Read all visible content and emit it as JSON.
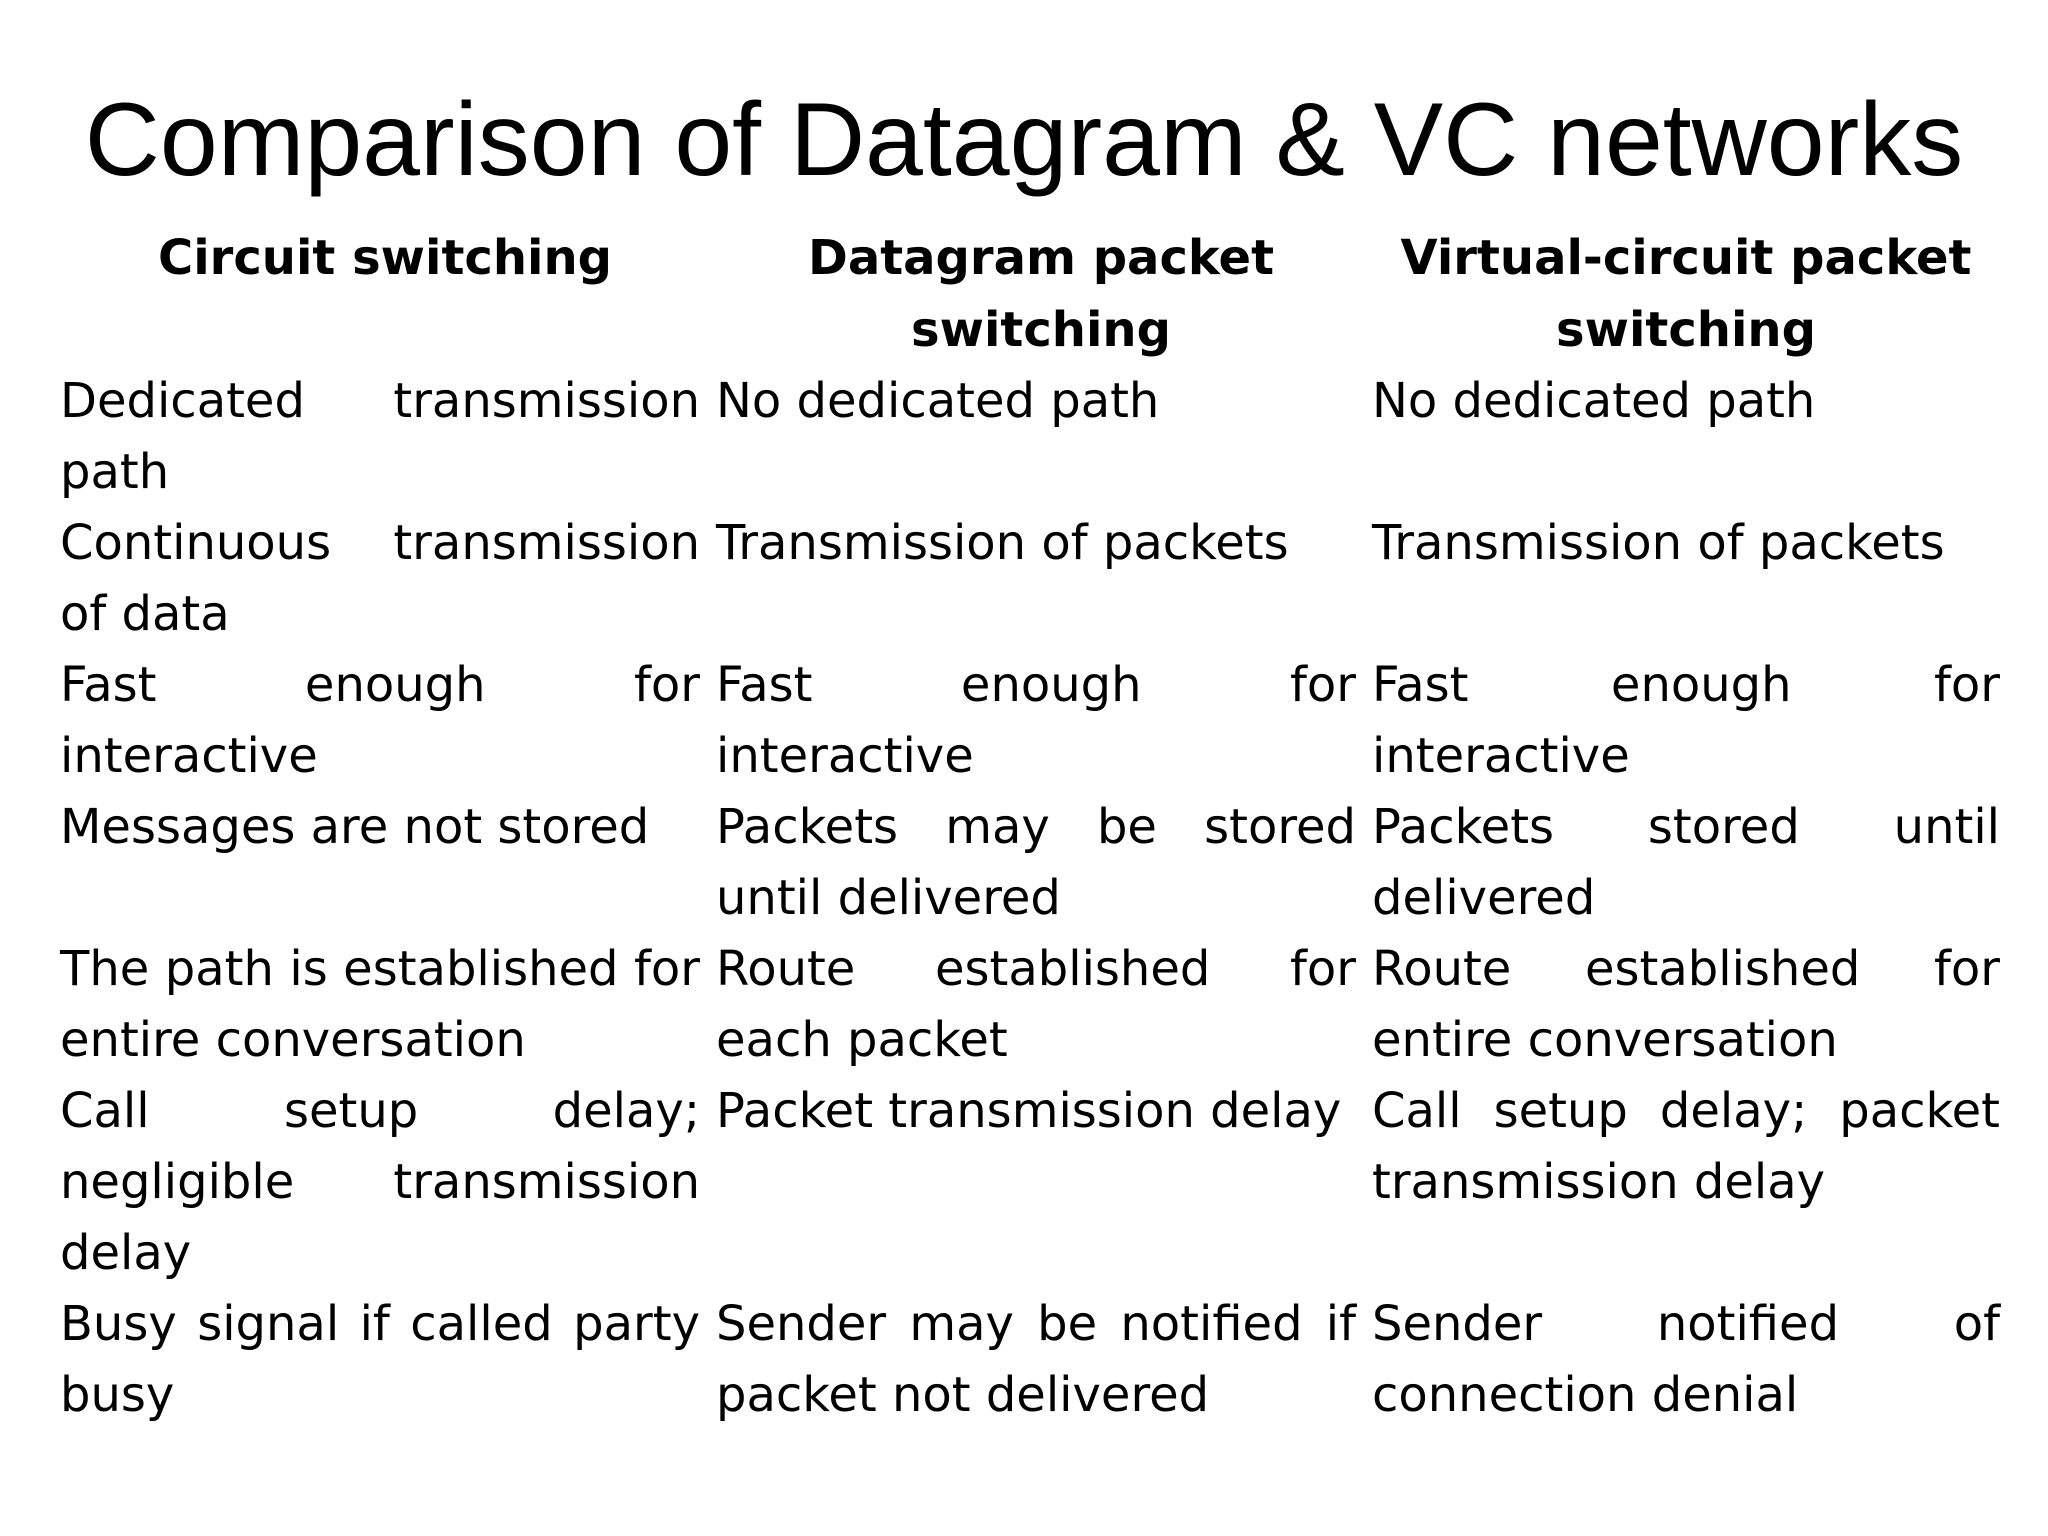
{
  "title": "Comparison of Datagram & VC networks",
  "headers": [
    "Circuit switching",
    "Datagram packet switching",
    "Virtual-circuit packet switching"
  ],
  "rows": [
    [
      "Dedicated transmission path",
      "No dedicated path",
      "No dedicated path"
    ],
    [
      "Continuous transmission of data",
      "Transmission of packets",
      "Transmission of packets"
    ],
    [
      "Fast enough for interactive",
      "Fast enough for interactive",
      "Fast enough for interactive"
    ],
    [
      "Messages are not stored",
      "Packets may be stored until delivered",
      "Packets stored until delivered"
    ],
    [
      "The path is established for entire conversation",
      "Route established for each packet",
      "Route established for entire conversation"
    ],
    [
      "Call setup delay; negligible transmission delay",
      "Packet transmission delay",
      "Call setup delay; packet transmission delay"
    ],
    [
      "Busy signal if called party busy",
      "Sender may be notified if packet not delivered",
      "Sender notified of connection denial"
    ]
  ]
}
